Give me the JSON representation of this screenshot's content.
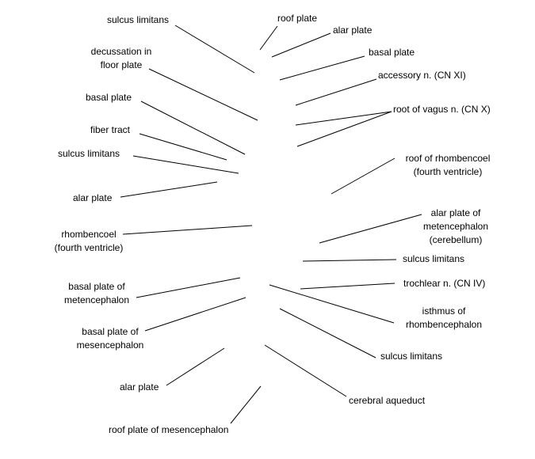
{
  "labels": {
    "sulcus_limitans_top": "sulcus limitans",
    "roof_plate": "roof plate",
    "alar_plate_top": "alar plate",
    "decussation_1": "decussation in",
    "decussation_2": "floor plate",
    "basal_plate_right": "basal plate",
    "accessory_n": "accessory n. (CN XI)",
    "basal_plate_left": "basal plate",
    "root_vagus": "root of vagus n. (CN X)",
    "fiber_tract": "fiber tract",
    "sulcus_limitans_left": "sulcus limitans",
    "roof_rhombencoel_1": "roof of rhombencoel",
    "roof_rhombencoel_2": "(fourth ventricle)",
    "alar_plate_left": "alar plate",
    "alar_metencephalon_1": "alar plate of",
    "alar_metencephalon_2": "metencephalon",
    "alar_metencephalon_3": "(cerebellum)",
    "rhombencoel_1": "rhombencoel",
    "rhombencoel_2": "(fourth ventricle)",
    "sulcus_limitans_right": "sulcus limitans",
    "basal_metencephalon_1": "basal plate of",
    "basal_metencephalon_2": "metencephalon",
    "trochlear_n": "trochlear n. (CN IV)",
    "isthmus_1": "isthmus of",
    "isthmus_2": "rhombencephalon",
    "basal_mesencephalon_1": "basal plate of",
    "basal_mesencephalon_2": "mesencephalon",
    "sulcus_limitans_bottom": "sulcus limitans",
    "alar_plate_bottom": "alar plate",
    "cerebral_aqueduct": "cerebral aqueduct",
    "roof_plate_mesencephalon": "roof plate of mesencephalon"
  },
  "colors": {
    "line": "#000000",
    "text": "#000000"
  }
}
